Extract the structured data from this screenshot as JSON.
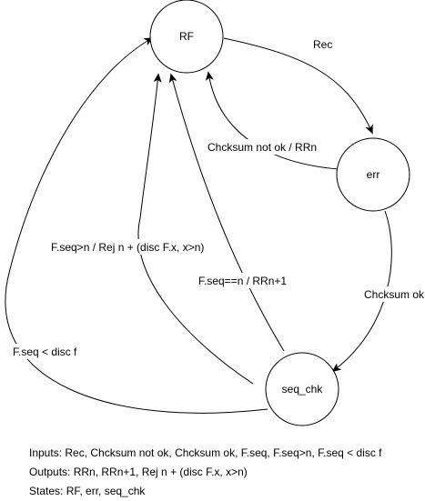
{
  "states": [
    {
      "id": "rf",
      "label": "RF"
    },
    {
      "id": "err",
      "label": "err"
    },
    {
      "id": "seq_chk",
      "label": "seq_chk"
    }
  ],
  "transitions": [
    {
      "id": "rec",
      "from": "RF",
      "to": "err",
      "label": "Rec"
    },
    {
      "id": "chcksum_not_ok",
      "from": "err",
      "to": "RF",
      "label": "Chcksum not ok / RRn"
    },
    {
      "id": "chcksum_ok",
      "from": "err",
      "to": "seq_chk",
      "label": "Chcksum ok"
    },
    {
      "id": "seq_lt_disc",
      "from": "seq_chk",
      "to": "RF",
      "label": "F.seq < disc f"
    },
    {
      "id": "seq_gt_n",
      "from": "seq_chk",
      "to": "RF",
      "label": "F.seq>n / Rej n + (disc F.x, x>n)"
    },
    {
      "id": "seq_eq_n",
      "from": "seq_chk",
      "to": "RF",
      "label": "F.seq==n / RRn+1"
    }
  ],
  "legend": {
    "inputs": "Inputs: Rec, Chcksum not ok, Chcksum ok, F.seq, F.seq>n, F.seq < disc f",
    "outputs": "Outputs: RRn, RRn+1, Rej n + (disc F.x, x>n)",
    "states": "States: RF, err, seq_chk"
  }
}
